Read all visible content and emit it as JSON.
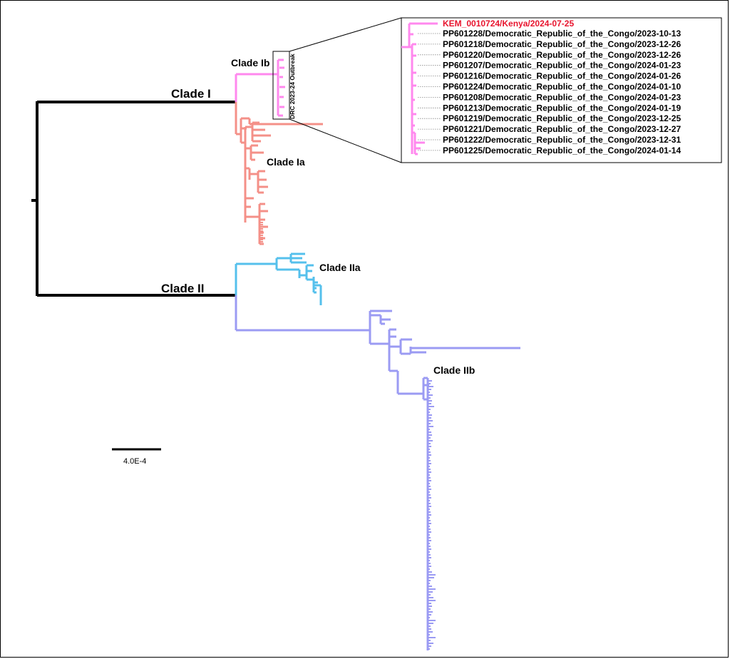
{
  "colors": {
    "root": "#000000",
    "clade_ib": "#ff88ee",
    "clade_ia": "#f49088",
    "clade_iia": "#55c0ec",
    "clade_iib": "#9b9bf3",
    "highlight": "#e8142e"
  },
  "clade_labels": {
    "clade_i": "Clade I",
    "clade_ii": "Clade II",
    "clade_ia": "Clade Ia",
    "clade_ib": "Clade Ib",
    "clade_iia": "Clade IIa",
    "clade_iib": "Clade IIb"
  },
  "outbreak_label": "DRC 2023-24 Outbreak",
  "scale_bar": {
    "label": "4.0E-4"
  },
  "inset": {
    "highlight_tip": "KEM_0010724/Kenya/2024-07-25",
    "tips": [
      "PP601228/Democratic_Republic_of_the_Congo/2023-10-13",
      "PP601218/Democratic_Republic_of_the_Congo/2023-12-26",
      "PP601220/Democratic_Republic_of_the_Congo/2023-12-26",
      "PP601207/Democratic_Republic_of_the_Congo/2024-01-23",
      "PP601216/Democratic_Republic_of_the_Congo/2024-01-26",
      "PP601224/Democratic_Republic_of_the_Congo/2024-01-10",
      "PP601208/Democratic_Republic_of_the_Congo/2024-01-23",
      "PP601213/Democratic_Republic_of_the_Congo/2024-01-19",
      "PP601219/Democratic_Republic_of_the_Congo/2023-12-25",
      "PP601221/Democratic_Republic_of_the_Congo/2023-12-27",
      "PP601222/Democratic_Republic_of_the_Congo/2023-12-31",
      "PP601225/Democratic_Republic_of_the_Congo/2024-01-14"
    ]
  }
}
